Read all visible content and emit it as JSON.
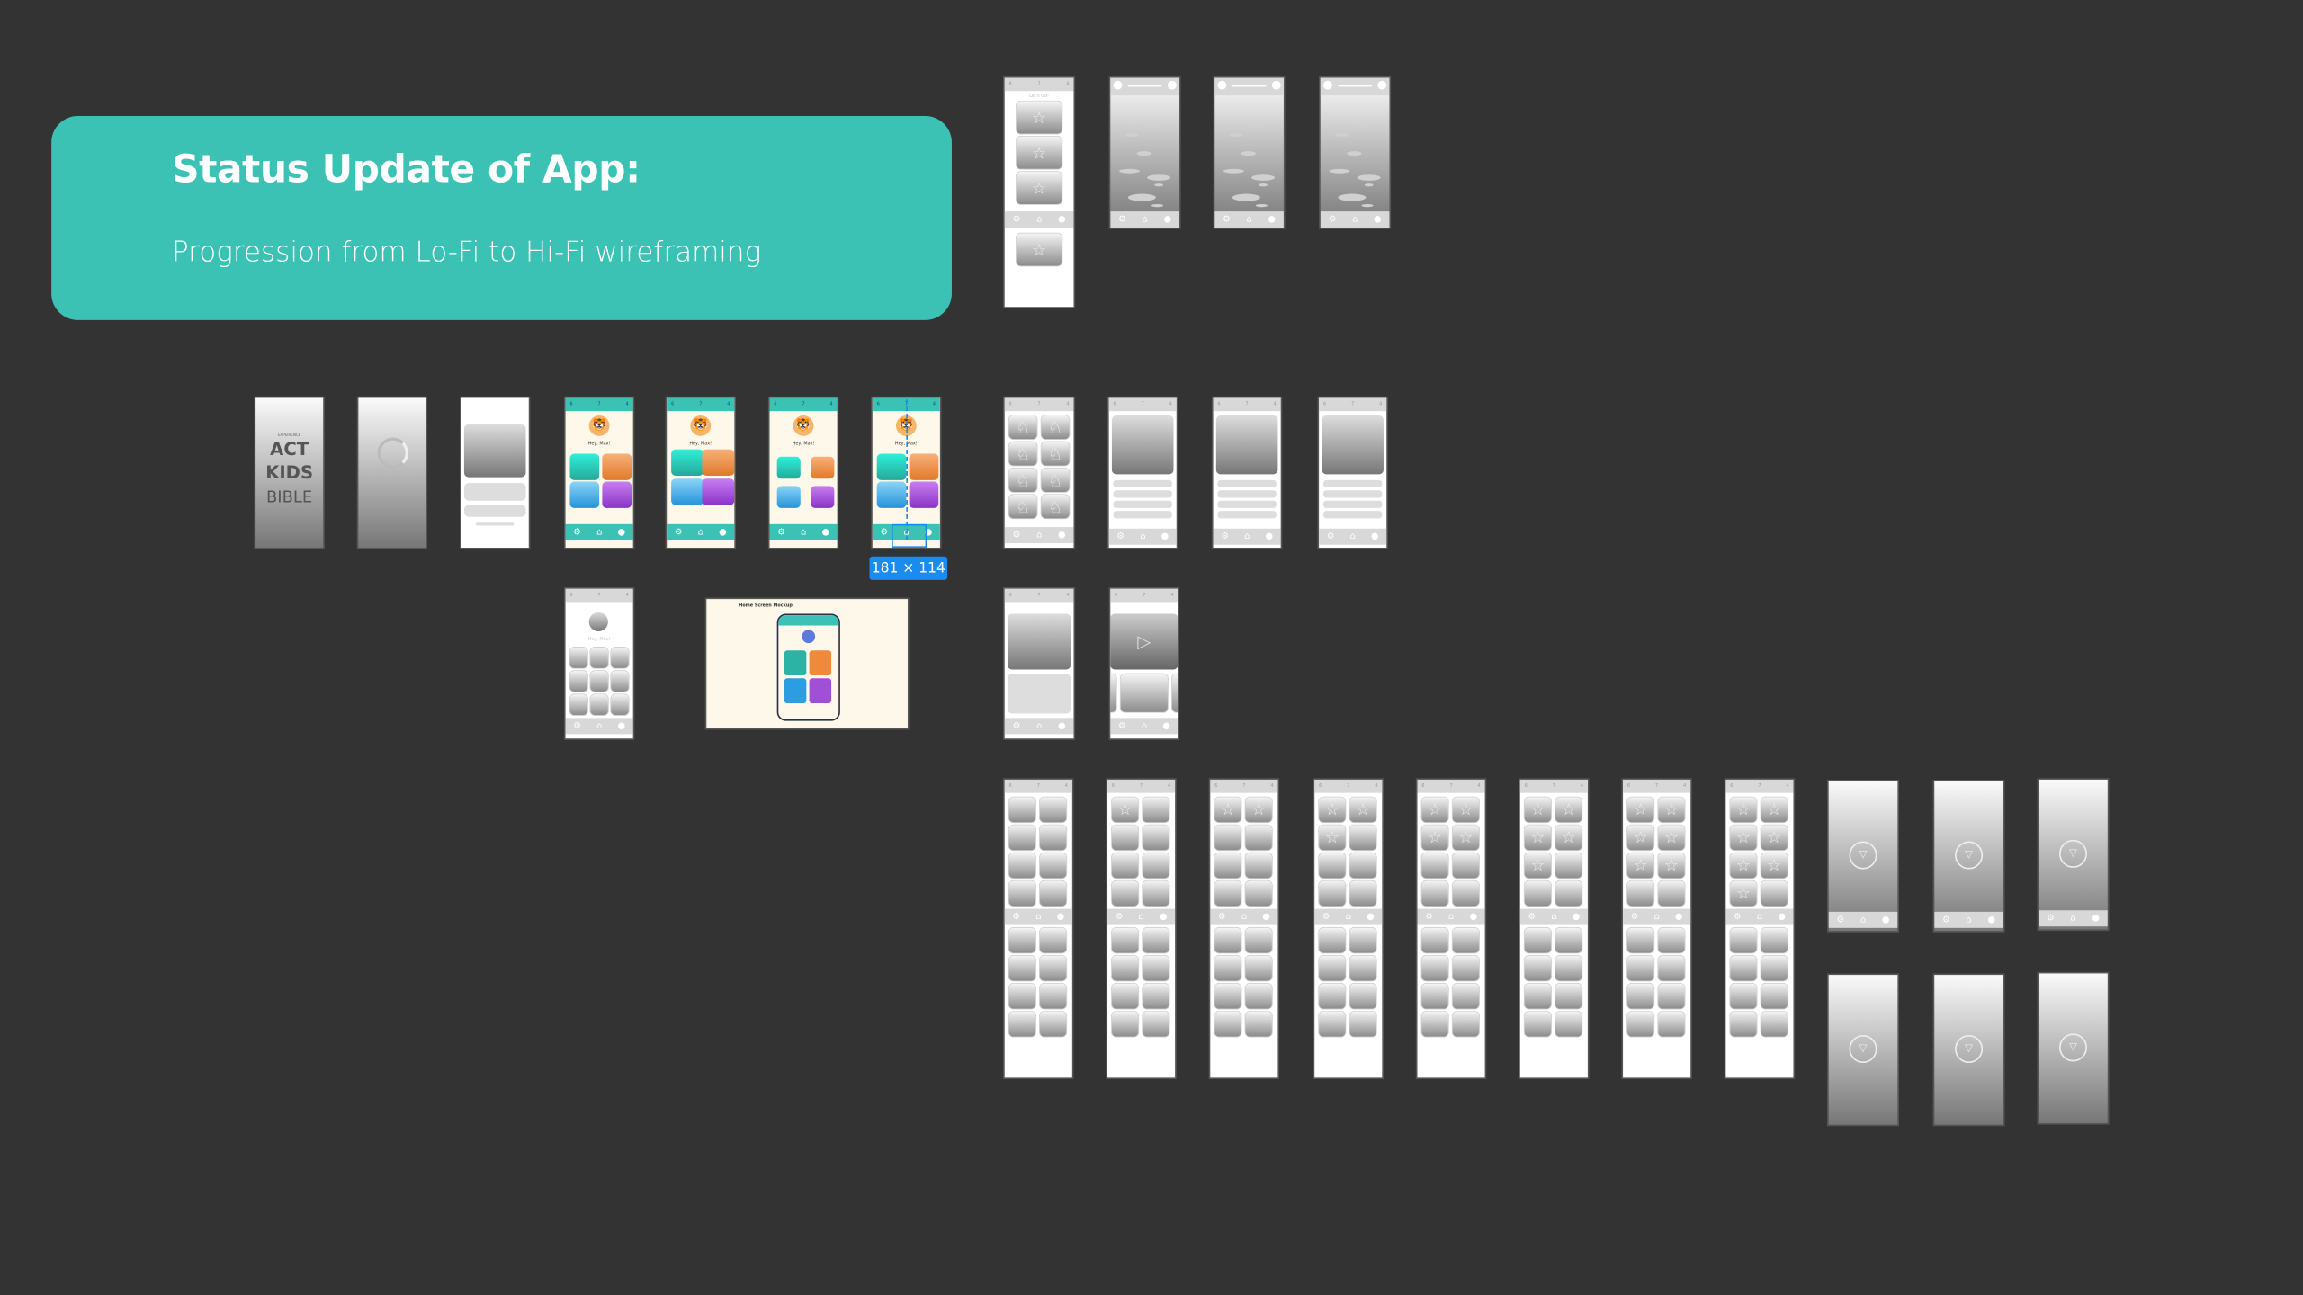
{
  "header": {
    "title": "Status Update of App:",
    "subtitle": "Progression from Lo-Fi to Hi-Fi wireframing"
  },
  "splash": {
    "eyebrow": "EXPERIENCE",
    "line1": "ACT",
    "line2": "KIDS",
    "line3": "BIBLE"
  },
  "home": {
    "greeting": "Hey, Max!",
    "lofi_greeting": "Hey, Max!"
  },
  "level_select": {
    "title": "Let's Go!"
  },
  "status_counts": {
    "bulbs": "6",
    "stars": "7",
    "trophies": "4"
  },
  "selection_badge": "181 × 114",
  "mockup": {
    "title": "Home Screen Mockup"
  },
  "colors": {
    "background": "#333333",
    "accent": "#3cc2b5",
    "selection": "#1a8cf0",
    "tile_teal": "#2ed1c0",
    "tile_orange": "#ee8a3a",
    "tile_blue": "#3aa8e6",
    "tile_purple": "#a24fd8",
    "cream": "#fdf8ea"
  },
  "icons": [
    "gear-icon",
    "home-icon",
    "profile-icon",
    "star-icon",
    "play-icon",
    "heart-icon",
    "bulb-icon",
    "trophy-icon"
  ]
}
